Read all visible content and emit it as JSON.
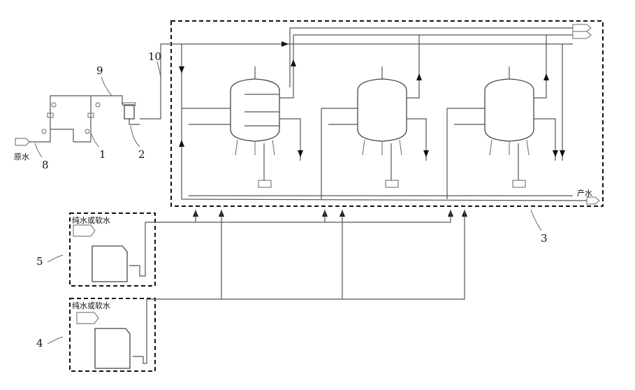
{
  "labels": {
    "raw_water": "原水",
    "product_water": "产水",
    "pure_or_soft_water_5": "纯水或软水",
    "pure_or_soft_water_4": "纯水或软水",
    "n1": "1",
    "n2": "2",
    "n3": "3",
    "n4": "4",
    "n5": "5",
    "n8": "8",
    "n9": "9",
    "n10": "10"
  },
  "colors": {
    "line": "#555555",
    "frame": "#111111"
  }
}
